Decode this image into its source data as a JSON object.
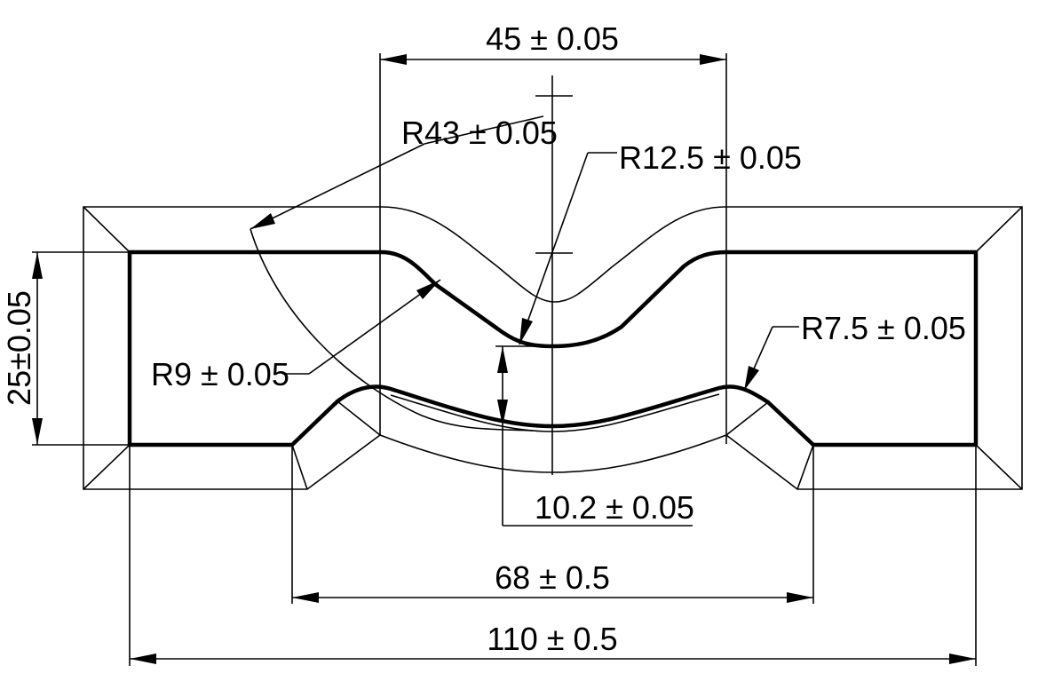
{
  "dimensions": {
    "top_width": "45 ± 0.05",
    "large_radius": "R43 ± 0.05",
    "center_radius": "R12.5 ± 0.05",
    "left_radius": "R9 ± 0.05",
    "right_radius": "R7.5 ± 0.05",
    "height": "25±0.05",
    "depth": "10.2 ± 0.05",
    "inner_width": "68 ± 0.5",
    "overall_width": "110 ± 0.5"
  }
}
